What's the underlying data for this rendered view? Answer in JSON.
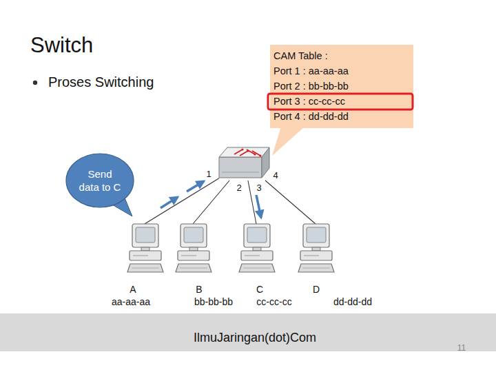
{
  "diagram": {
    "title": "Switch",
    "nodes": [
      {
        "text": [
          "CAM Table :",
          "Port 1 : aa-aa-aa",
          "Port 2 : bb-bb-bb",
          "Port 3 : cc-cc-cc",
          "Port 4 : dd-dd-dd"
        ]
      },
      {
        "text": [
          "Send data to C"
        ]
      },
      {
        "text": []
      },
      {
        "text": [
          "A",
          "aa-aa-aa"
        ]
      },
      {
        "text": [
          "B",
          "bb-bb-bb"
        ]
      },
      {
        "text": [
          "C",
          "cc-cc-cc"
        ]
      },
      {
        "text": [
          "D",
          "dd-dd-dd"
        ]
      }
    ],
    "edges": [
      {
        "from": 2,
        "to": 3,
        "arrow": "none",
        "label": "1"
      },
      {
        "from": 2,
        "to": 4,
        "arrow": "none",
        "label": "2"
      },
      {
        "from": 2,
        "to": 5,
        "arrow": "none",
        "label": "3"
      },
      {
        "from": 2,
        "to": 6,
        "arrow": "none",
        "label": "4"
      }
    ],
    "labels": [
      "Proses Switching",
      "IlmuJaringan(dot)Com",
      "11"
    ]
  }
}
